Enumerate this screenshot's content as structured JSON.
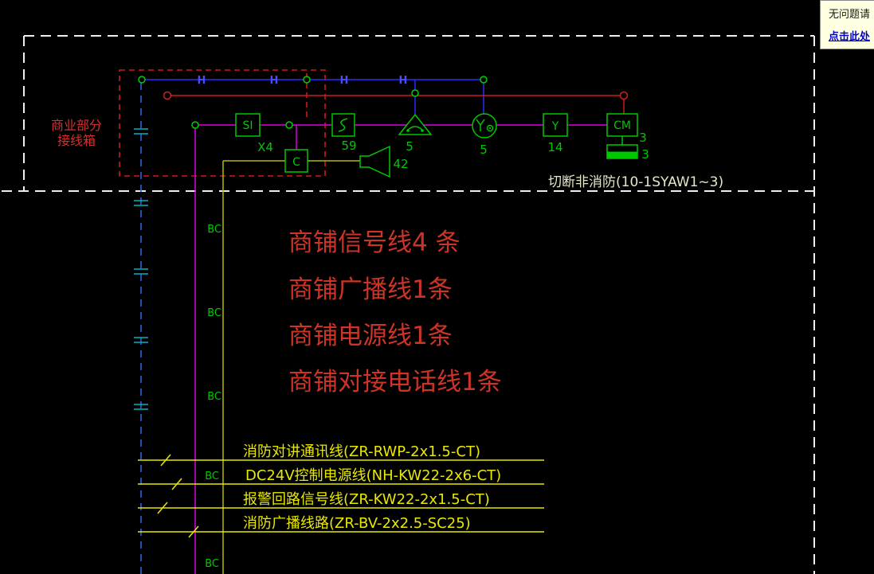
{
  "popup": {
    "message": "无问题请",
    "link_text": "点击此处"
  },
  "labels": {
    "junction_box_line1": "商业部分",
    "junction_box_line2": "接线箱",
    "cut_non_fire": "切断非消防(10-1SYAW1~3)"
  },
  "red_notes": [
    "商铺信号线4 条",
    "商铺广播线1条",
    "商铺电源线1条",
    "商铺对接电话线1条"
  ],
  "fire_cables": [
    "消防对讲通讯线(ZR-RWP-2x1.5-CT)",
    "DC24V控制电源线(NH-KW22-2x6-CT)",
    "报警回路信号线(ZR-KW22-2x1.5-CT)",
    "消防广播线路(ZR-BV-2x2.5-SC25)"
  ],
  "devices": {
    "si": {
      "label": "SI",
      "count": "X4"
    },
    "c": {
      "label": "C"
    },
    "smoke": {
      "count": "59"
    },
    "speaker": {
      "count": "42"
    },
    "alarm": {
      "count": "5"
    },
    "hydrant": {
      "count": "5"
    },
    "y": {
      "label": "Y",
      "count": "14"
    },
    "cm": {
      "label": "CM",
      "count": "3"
    },
    "battery": {
      "count": "3"
    }
  },
  "wire_marks": {
    "h": "H",
    "bc": "BC"
  },
  "colors": {
    "background": "#000000",
    "device_green": "#00C800",
    "wire_magenta": "#DD00DD",
    "wire_blue": "#2A2AFF",
    "wire_red": "#CC1A1A",
    "wire_yellow": "#E8E800",
    "busbar_blue": "#2E62D8",
    "busbar_tick_cyan": "#00B4C8",
    "note_red": "#CD3428",
    "boundary_white": "#EFEFEF",
    "popup_bg": "#FFFFE1",
    "link_blue": "#0000CC"
  }
}
